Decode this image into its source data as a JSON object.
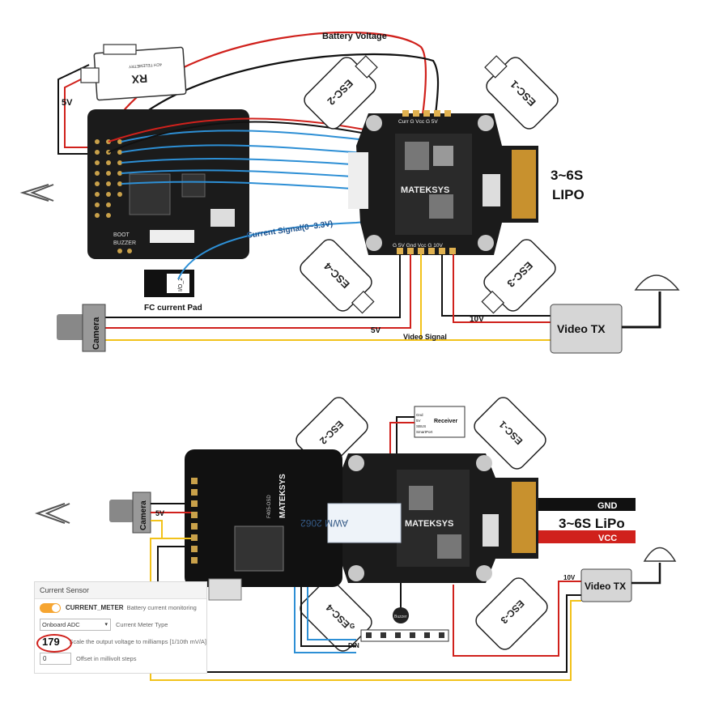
{
  "top_diagram": {
    "labels": {
      "battery_voltage": "Battery Voltage",
      "five_v_left": "5V",
      "lipo_line1": "3~6S",
      "lipo_line2": "LIPO",
      "current_signal": "Current Signal(0~3.3V)",
      "fc_current_pad": "FC current Pad",
      "five_v_bottom": "5V",
      "video_signal": "Video Signal",
      "ten_v": "10V",
      "video_tx": "Video TX",
      "camera": "Camera",
      "rx": "RX",
      "rx_small": "4CH TELEMETRY",
      "boot": "BOOT",
      "buzzer": "BUZZER",
      "pdb_brand": "MATEKSYS",
      "pdb_pins_top": "Curr G Vcc G 5V",
      "pdb_pins_bottom": "G 5V Gnd Vcc G 10V",
      "pad_label": "I/O_2",
      "esc1": "ESC-1",
      "esc2": "ESC-2",
      "esc3": "ESC-3",
      "esc4": "ESC-4"
    }
  },
  "bottom_diagram": {
    "labels": {
      "receiver": "Receiver",
      "receiver_pins": [
        "Gnd",
        "5V",
        "SBUS",
        "SmartPort"
      ],
      "gnd": "GND",
      "lipo": "3~6S LiPo",
      "vcc": "VCC",
      "video_tx": "Video TX",
      "ten_v": "10V",
      "camera": "Camera",
      "five_v": "5V",
      "esc1": "ESC-1",
      "esc2": "ESC-2",
      "esc3": "ESC-3",
      "esc4": "ESC-4",
      "buzzer": "Buzzer",
      "g": "G",
      "din": "DIN",
      "fc_brand": "MATEKSYS",
      "fc_model": "F405-OSD",
      "pdb_brand": "MATEKSYS",
      "cable_text": "AWM 2062"
    }
  },
  "current_sensor_panel": {
    "title": "Current Sensor",
    "toggle_label": "CURRENT_METER",
    "toggle_desc": "Battery current monitoring",
    "meter_type_value": "Onboard ADC",
    "meter_type_label": "Current Meter Type",
    "scale_value": "179",
    "scale_desc": "Scale the output voltage to milliamps [1/10th mV/A]",
    "offset_value": "0",
    "offset_desc": "Offset in millivolt steps"
  },
  "icons": [
    "arrow-left-icon",
    "antenna-icon",
    "camera-icon"
  ],
  "colors": {
    "wire_red": "#d0211c",
    "wire_black": "#111111",
    "wire_blue": "#2d8fd5",
    "wire_yellow": "#f2c21b",
    "board": "#1b1b1b",
    "toggle": "#f6a531"
  }
}
